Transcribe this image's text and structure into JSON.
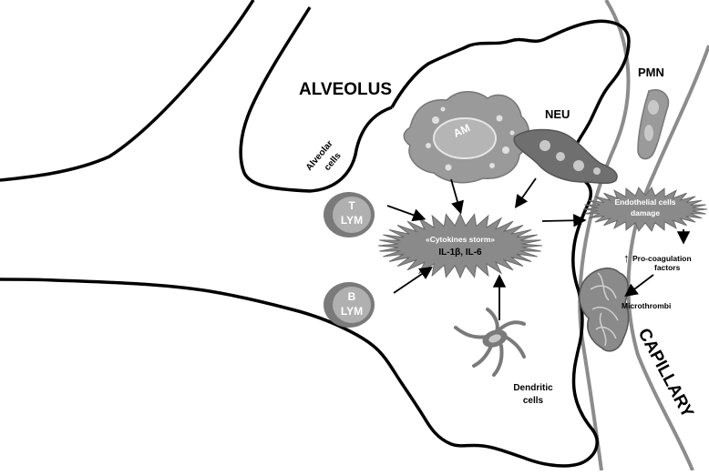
{
  "labels": {
    "alveolus": "ALVEOLUS",
    "alveolar_cells_line1": "Alveolar",
    "alveolar_cells_line2": "cells",
    "am": "AM",
    "neu": "NEU",
    "pmn": "PMN",
    "t_lym_line1": "T",
    "t_lym_line2": "LYM",
    "b_lym_line1": "B",
    "b_lym_line2": "LYM",
    "cytokines_line1": "«Cytokines storm»",
    "cytokines_line2": "IL-1β, IL-6",
    "endothelial_line1": "Endothelial cells",
    "endothelial_line2": "damage",
    "procoag_arrow": "↑",
    "procoag_line1": "Pro-coagulation",
    "procoag_line2": "factors",
    "microthrombi": "Microthrombi",
    "dendritic_line1": "Dendritic",
    "dendritic_line2": "cells",
    "capillary": "CAPILLARY"
  },
  "colors": {
    "outline": "#000000",
    "cell_fill": "#9a9a9a",
    "cell_dark": "#6f6f6f",
    "cell_light": "#c8c8c8",
    "capillary_wall": "#8c8c8c"
  }
}
